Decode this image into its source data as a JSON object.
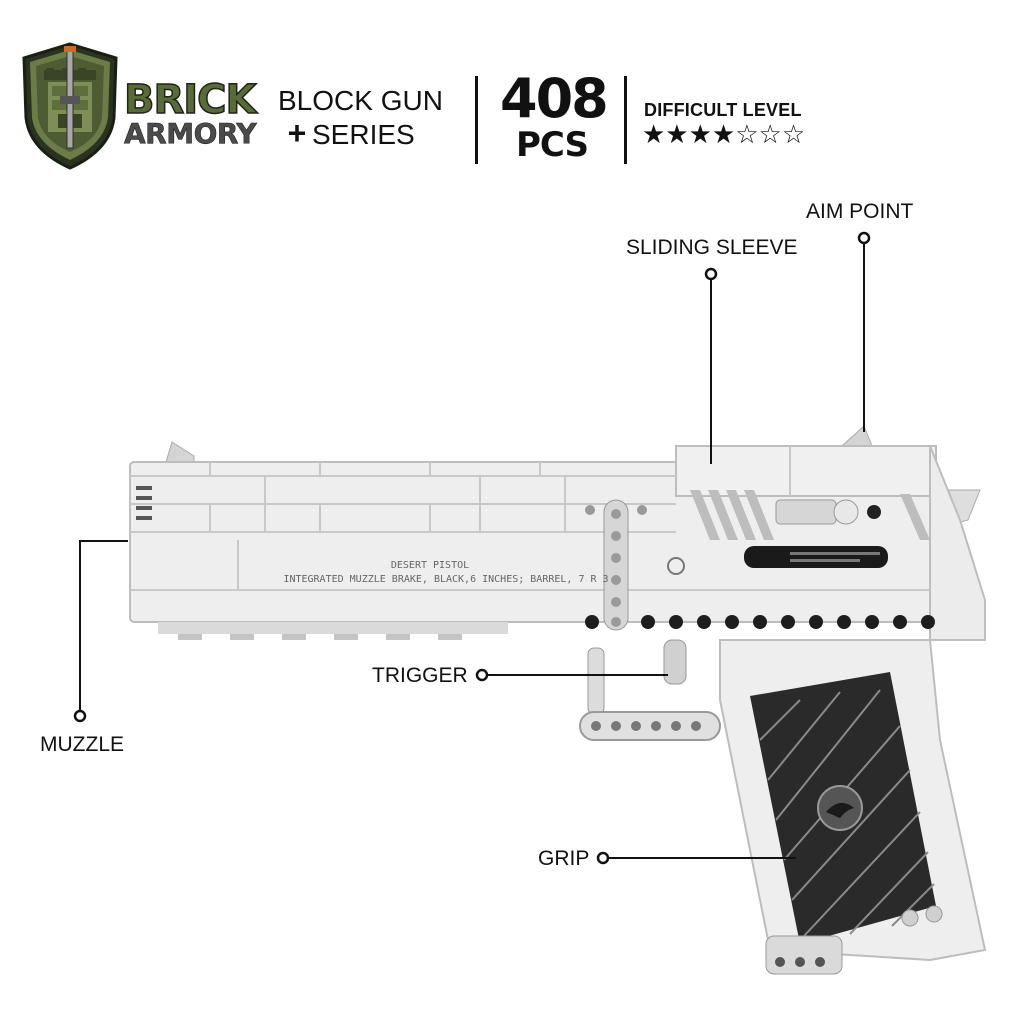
{
  "header": {
    "brand_line1": "BRICK",
    "brand_line2": "ARMORY",
    "series_line1": "BLOCK GUN",
    "series_plus": "+",
    "series_line2": "SERIES",
    "piece_count": "408",
    "piece_unit": "PCS",
    "difficulty_label": "DIFFICULT LEVEL",
    "difficulty_stars": "★★★★☆☆☆",
    "difficulty_rating": 4,
    "difficulty_max": 7
  },
  "gun_text": {
    "line1": "DESERT PISTOL",
    "line2": "INTEGRATED MUZZLE BRAKE, BLACK,6 INCHES; BARREL, 7 R  3"
  },
  "callouts": {
    "aim_point": "AIM POINT",
    "sliding_sleeve": "SLIDING SLEEVE",
    "trigger": "TRIGGER",
    "muzzle": "MUZZLE",
    "grip": "GRIP"
  },
  "colors": {
    "logo_green": "#5a6b3a",
    "logo_dark": "#2a3320",
    "brick_white": "#eeeeee",
    "brick_shadow": "#c9c9c9",
    "grip_dark": "#2a2a2a"
  }
}
